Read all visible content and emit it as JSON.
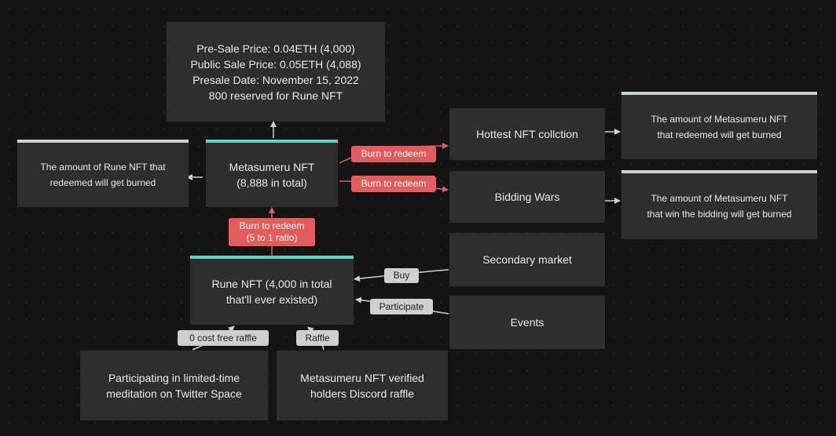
{
  "nodes": {
    "sale_info": "Pre-Sale Price: 0.04ETH (4,000)\nPublic Sale Price: 0.05ETH (4,088)\nPresale Date: November 15, 2022\n800 reserved for Rune NFT",
    "rune_burn": "The amount of Rune NFT that\nredeemed will get burned",
    "metasumeru": "Metasumeru NFT\n(8,888 in total)",
    "hottest": "Hottest NFT collction",
    "bidding": "Bidding Wars",
    "meta_burn_hottest": "The amount of Metasumeru NFT\nthat redeemed will get burned",
    "meta_burn_bidding": "The amount of Metasumeru NFT\nthat win the bidding will get burned",
    "secondary": "Secondary market",
    "events": "Events",
    "rune": "Rune NFT (4,000 in total\nthat'll ever existed)",
    "meditation": "Participating in limited-time\nmeditation on Twitter Space",
    "discord": "Metasumeru NFT verified\nholders Discord raffle"
  },
  "edge_labels": {
    "burn_hottest": "Burn to redeem",
    "burn_bidding": "Burn to redeem",
    "burn_ratio": "Burn to redeem\n(5 to 1 ratio)",
    "buy": "Buy",
    "participate": "Participate",
    "free_raffle": "0 cost free raffle",
    "raffle": "Raffle"
  },
  "colors": {
    "background": "#141414",
    "node": "#2e2e2e",
    "accent_teal": "#5fd3c4",
    "accent_light": "#c8d4d4",
    "arrow_red": "#e45b5b",
    "arrow_grey": "#cfcfcf"
  }
}
